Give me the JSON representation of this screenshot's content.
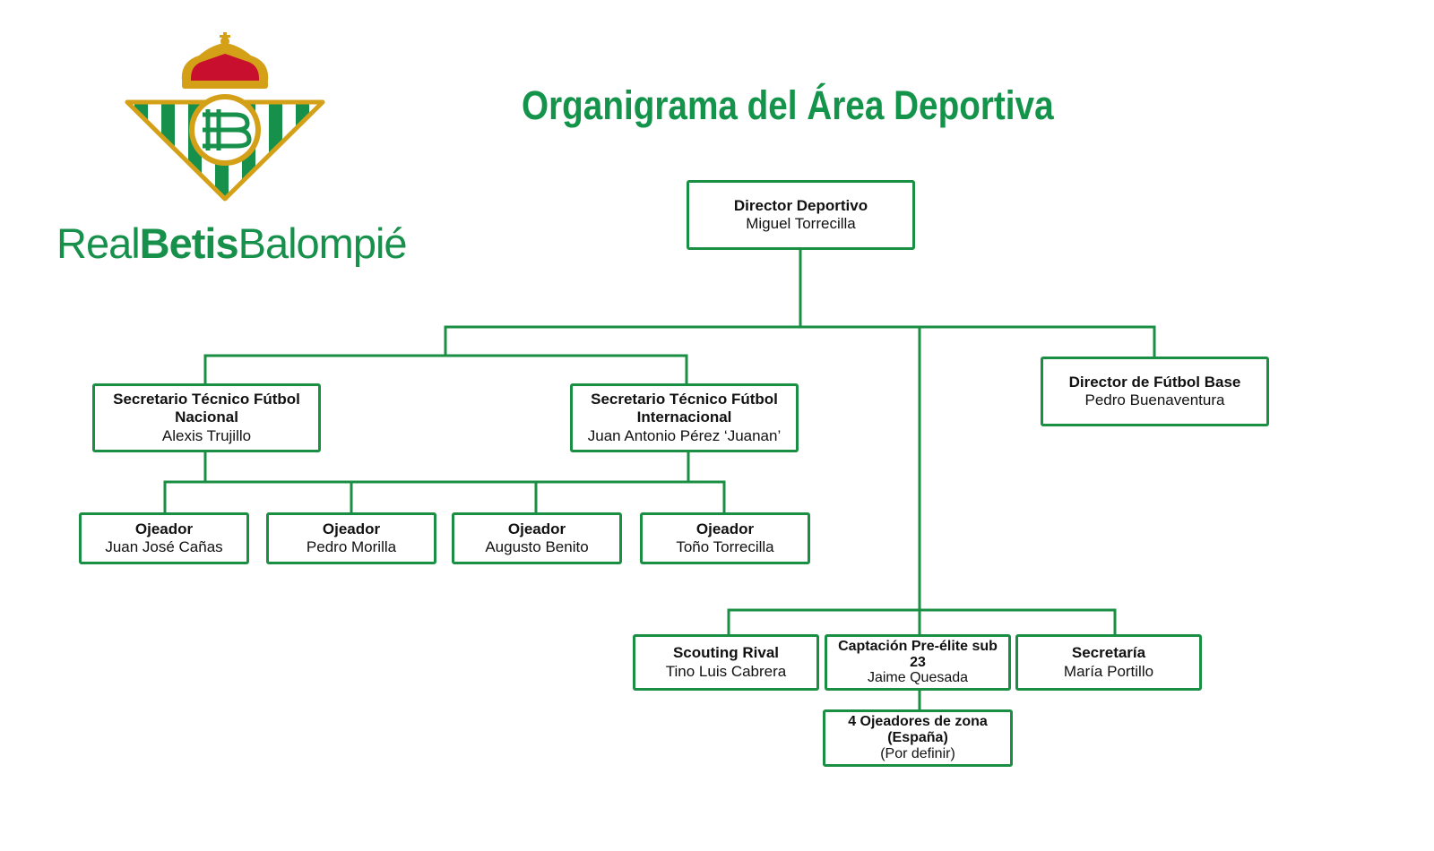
{
  "header": {
    "title": "Organigrama del Área Deportiva",
    "logo": {
      "name_parts": [
        "Real",
        "Betis",
        "Balompié"
      ],
      "monogram": "RBB",
      "colors": {
        "green": "#16904a",
        "gold": "#d4a017",
        "red": "#c8102e"
      }
    }
  },
  "org": {
    "director_deportivo": {
      "role": "Director Deportivo",
      "name": "Miguel Torrecilla"
    },
    "secretario_nacional": {
      "role": "Secretario Técnico Fútbol Nacional",
      "name": "Alexis Trujillo"
    },
    "secretario_internacional": {
      "role": "Secretario Técnico Fútbol Internacional",
      "name": "Juan Antonio Pérez ‘Juanan’"
    },
    "director_futbol_base": {
      "role": "Director de Fútbol Base",
      "name": "Pedro Buenaventura"
    },
    "ojeadores": [
      {
        "role": "Ojeador",
        "name": "Juan José Cañas"
      },
      {
        "role": "Ojeador",
        "name": "Pedro Morilla"
      },
      {
        "role": "Ojeador",
        "name": "Augusto Benito"
      },
      {
        "role": "Ojeador",
        "name": "Toño Torrecilla"
      }
    ],
    "scouting_rival": {
      "role": "Scouting Rival",
      "name": "Tino Luis Cabrera"
    },
    "captacion": {
      "role": "Captación Pre-élite sub 23",
      "name": "Jaime Quesada"
    },
    "secretaria": {
      "role": "Secretaría",
      "name": "María Portillo"
    },
    "ojeadores_zona": {
      "role": "4 Ojeadores de zona (España)",
      "name": "(Por definir)"
    }
  },
  "colors": {
    "box_border": "#1a8f43",
    "line": "#1a8f43",
    "title": "#14934a",
    "text": "#111111"
  }
}
